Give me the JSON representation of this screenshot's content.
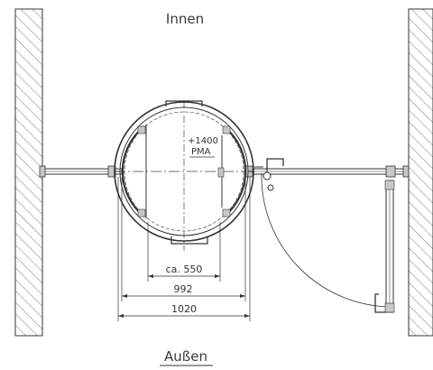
{
  "labels": {
    "inside": "Innen",
    "outside": "Außen",
    "height_mark": "+1400",
    "height_code": "PMA"
  },
  "dimensions": {
    "opening": "ca. 550",
    "inner_width": "992",
    "outer_width": "1020"
  },
  "colors": {
    "line": "#333333",
    "hatch": "#555555",
    "frame_fill": "#c8c8c8"
  }
}
